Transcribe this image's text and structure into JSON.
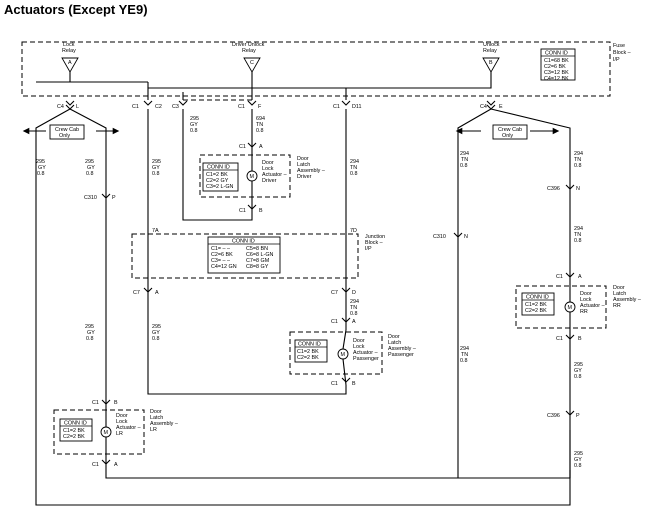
{
  "title": "Actuators (Except YE9)",
  "fuse_block": [
    "Fuse",
    "Block –",
    "I/P"
  ],
  "fuse_conn": {
    "head": "CONN ID",
    "rows": [
      "C1=68 BK",
      "C2=6 BK",
      "C3=12 BK",
      "C4=12 BK"
    ]
  },
  "relays": {
    "lock": {
      "label": [
        "Lock",
        "Relay"
      ],
      "pin": "A"
    },
    "driver_unlock": {
      "label": [
        "Driver Unlock",
        "Relay"
      ],
      "pin": "C"
    },
    "unlock": {
      "label": [
        "Unlock",
        "Relay"
      ],
      "pin": "B"
    }
  },
  "crew_cab": [
    "Crew Cab",
    "Only"
  ],
  "conn_labels": {
    "c4": "C4",
    "c1": "C1",
    "c2": "C2",
    "c3": "C3",
    "c7": "C7",
    "c310": "C310",
    "c396": "C396",
    "L": "L",
    "E": "E",
    "F": "F",
    "D11": "D11",
    "A": "A",
    "B": "B",
    "P": "P",
    "N": "N",
    "D": "D",
    "p7A": "7A",
    "p7D": "7D"
  },
  "wires": {
    "w295": [
      "295",
      "GY",
      "0.8"
    ],
    "w294": [
      "294",
      "TN",
      "0.8"
    ],
    "w694": [
      "694",
      "TN",
      "0.8"
    ]
  },
  "junction_block": {
    "label": [
      "Junction",
      "Block –",
      "I/P"
    ],
    "head": "CONN ID",
    "left": [
      "C1= – –",
      "C2=6 BK",
      "C3= – –",
      "C4=12 GN"
    ],
    "right": [
      "C5=8 BN",
      "C6=8 L-GN",
      "C7=8 GM",
      "C8=8 GY"
    ]
  },
  "actuators": {
    "driver": {
      "head": "CONN ID",
      "rows": [
        "C1=2 BK",
        "C2=2 GY",
        "C3=2 L-GN"
      ],
      "inner": [
        "Door",
        "Lock",
        "Actuator –",
        "Driver"
      ],
      "outer": [
        "Door",
        "Latch",
        "Assembly –",
        "Driver"
      ]
    },
    "passenger": {
      "head": "CONN ID",
      "rows": [
        "C1=2 BK",
        "C2=2 BK"
      ],
      "inner": [
        "Door",
        "Lock",
        "Actuator –",
        "Passenger"
      ],
      "outer": [
        "Door",
        "Latch",
        "Assembly –",
        "Passenger"
      ]
    },
    "lr": {
      "head": "CONN ID",
      "rows": [
        "C1=2 BK",
        "C2=2 BK"
      ],
      "inner": [
        "Door",
        "Lock",
        "Actuator –",
        "LR"
      ],
      "outer": [
        "Door",
        "Latch",
        "Assembly –",
        "LR"
      ]
    },
    "rr": {
      "head": "CONN ID",
      "rows": [
        "C1=2 BK",
        "C2=2 BK"
      ],
      "inner": [
        "Door",
        "Lock",
        "Actuator –",
        "RR"
      ],
      "outer": [
        "Door",
        "Latch",
        "Assembly –",
        "RR"
      ]
    }
  },
  "motor_symbol": "M"
}
